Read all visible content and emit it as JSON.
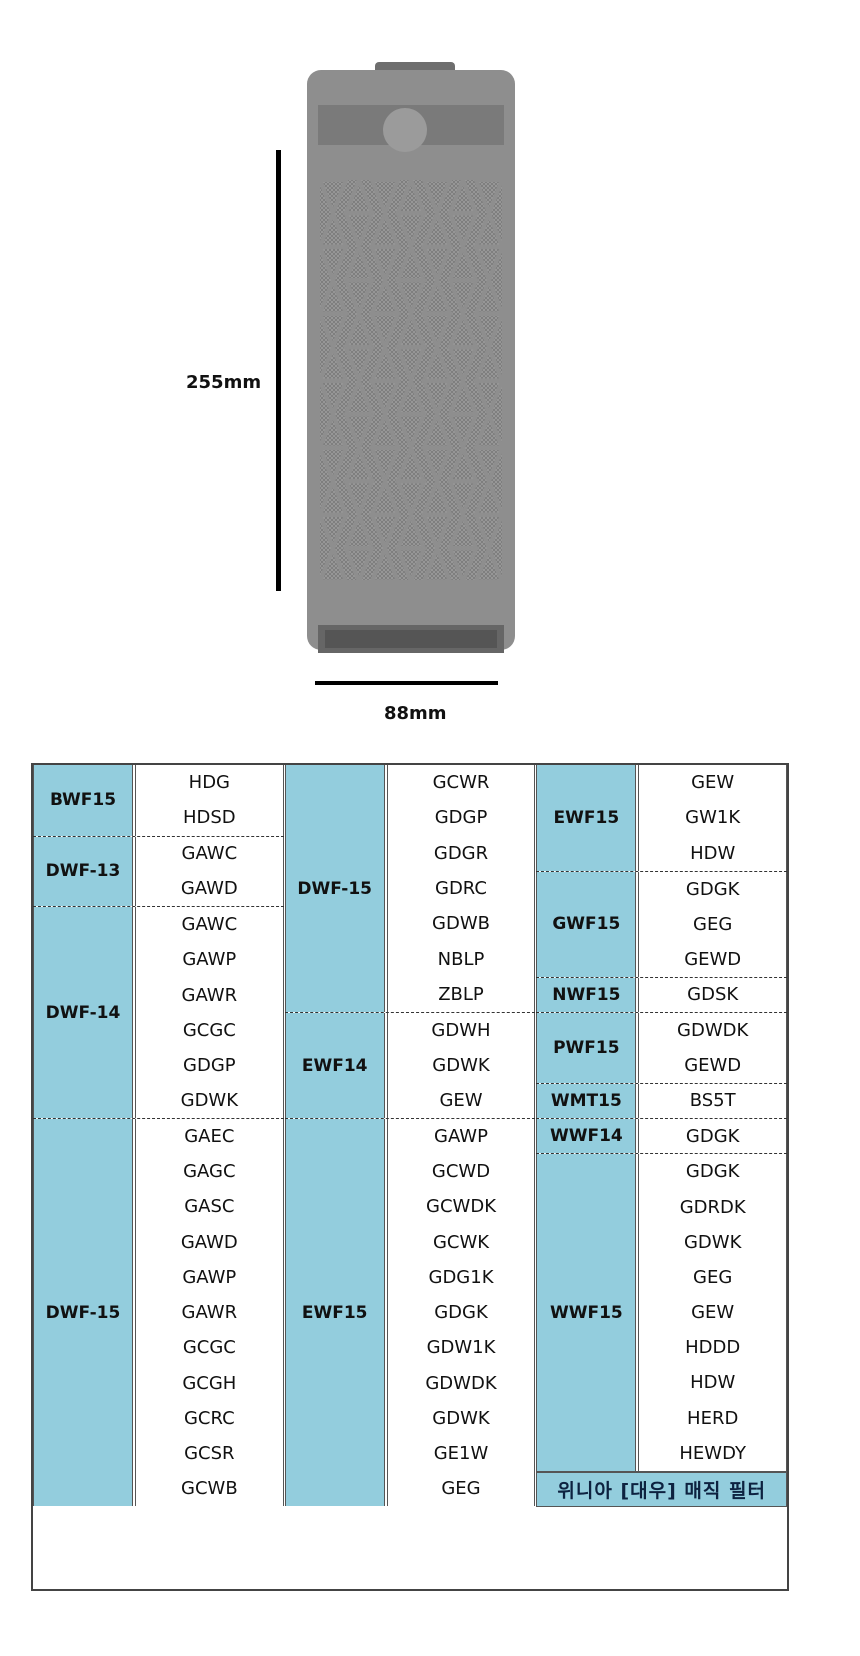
{
  "product": {
    "height_label": "255mm",
    "width_label": "88mm"
  },
  "colors": {
    "code_cell": "#93cddd",
    "filter_body": "#8c8c8c"
  },
  "table": {
    "sections": [
      {
        "groups": [
          {
            "code": "BWF15",
            "models": [
              "HDG",
              "HDSD"
            ]
          },
          {
            "code": "DWF-13",
            "models": [
              "GAWC",
              "GAWD"
            ]
          },
          {
            "code": "DWF-14",
            "models": [
              "GAWC",
              "GAWP",
              "GAWR",
              "GCGC",
              "GDGP",
              "GDWK"
            ]
          },
          {
            "code": "DWF-15",
            "models": [
              "GAEC",
              "GAGC",
              "GASC",
              "GAWD",
              "GAWP",
              "GAWR",
              "GCGC",
              "GCGH",
              "GCRC",
              "GCSR",
              "GCWB"
            ]
          }
        ]
      },
      {
        "groups": [
          {
            "code": "DWF-15",
            "models": [
              "GCWR",
              "GDGP",
              "GDGR",
              "GDRC",
              "GDWB",
              "NBLP",
              "ZBLP"
            ]
          },
          {
            "code": "EWF14",
            "models": [
              "GDWH",
              "GDWK",
              "GEW"
            ]
          },
          {
            "code": "EWF15",
            "models": [
              "GAWP",
              "GCWD",
              "GCWDK",
              "GCWK",
              "GDG1K",
              "GDGK",
              "GDW1K",
              "GDWDK",
              "GDWK",
              "GE1W",
              "GEG"
            ]
          }
        ]
      },
      {
        "groups": [
          {
            "code": "EWF15",
            "models": [
              "GEW",
              "GW1K",
              "HDW"
            ]
          },
          {
            "code": "GWF15",
            "models": [
              "GDGK",
              "GEG",
              "GEWD"
            ]
          },
          {
            "code": "NWF15",
            "models": [
              "GDSK"
            ]
          },
          {
            "code": "PWF15",
            "models": [
              "GDWDK",
              "GEWD"
            ]
          },
          {
            "code": "WMT15",
            "models": [
              "BS5T"
            ]
          },
          {
            "code": "WWF14",
            "models": [
              "GDGK"
            ]
          },
          {
            "code": "WWF15",
            "models": [
              "GDGK",
              "GDRDK",
              "GDWK",
              "GEG",
              "GEW",
              "HDDD",
              "HDW",
              "HERD",
              "HEWDY"
            ]
          }
        ],
        "footer": "위니아 [대우] 매직 필터"
      }
    ]
  }
}
